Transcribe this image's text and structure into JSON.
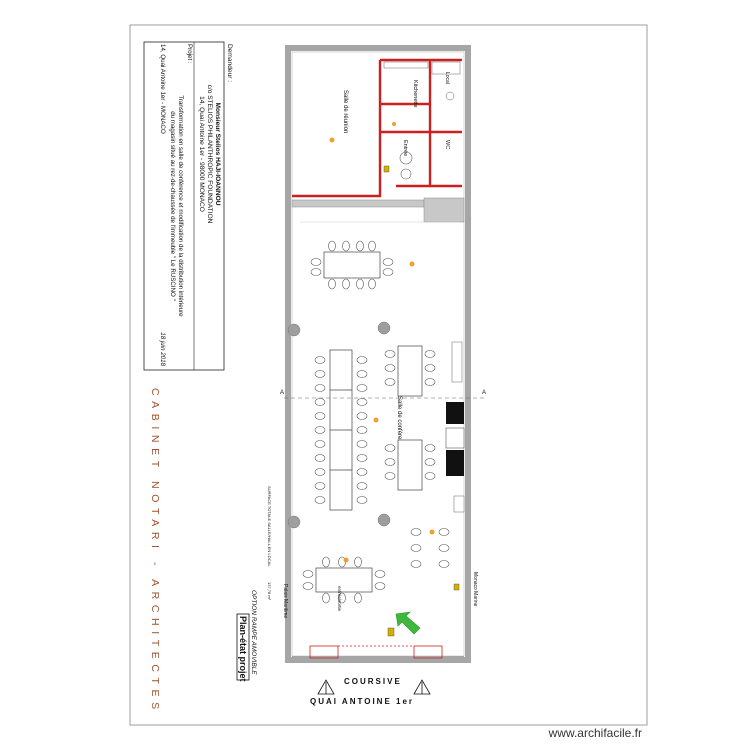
{
  "title_block": {
    "demandeur_label": "Demandeur :",
    "client_name": "Monsieur Stelios HAJI-IOANNOU",
    "client_org": "c/o STELIOS PHILANTHROPIC FOUNDATION",
    "client_address": "14, Quai Antoine 1er - 98000 MONACO",
    "projet_label": "Projet :",
    "projet_line1": "Transformation en salle de conférence et modification de la distribution intérieure",
    "projet_line2": "du magasin situé au rez-de-chaussée de l'immeuble \" Le RUSCINO \"",
    "projet_line3": "14, Quai Antoine 1er - MONACO",
    "date": "18 juin 2018"
  },
  "architect": "CABINET NOTARI - ARCHITECTES",
  "drawing": {
    "title": "Plan-état projet",
    "option": "OPTION RAMPE AMOVIBLE",
    "surface_label": "SURFACE TOTALE SALLE/HALL EN LOCAL",
    "surface_value": "137,78 m²",
    "neighbour_left": "Palais Maritime",
    "neighbour_right": "Monaco Marine",
    "street_1": "COURSIVE",
    "street_2": "QUAI ANTOINE 1er",
    "section_mark": "A"
  },
  "rooms": {
    "reunion": "Salle de réunion",
    "kitchen": "Kitchenette",
    "conference": "Salle de conférence",
    "entry": "Entrée",
    "wc": "WC",
    "storage": "Local"
  },
  "watermark": "www.archifacile.fr",
  "colors": {
    "wall": "#a6a6a6",
    "new_wall": "#cc1f1f",
    "furniture": "#444444",
    "arrow": "#3db83d",
    "black_block": "#111111"
  }
}
